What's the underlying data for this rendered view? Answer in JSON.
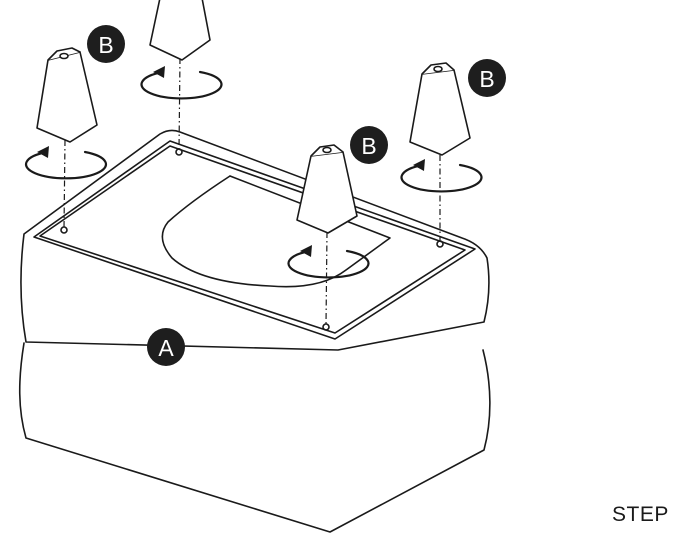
{
  "labels": {
    "part_a": "A",
    "part_b": "B"
  },
  "step": {
    "label": "STEP"
  },
  "colors": {
    "ink": "#1a1a1a",
    "badge": "#1e1e1e",
    "background": "#ffffff"
  }
}
